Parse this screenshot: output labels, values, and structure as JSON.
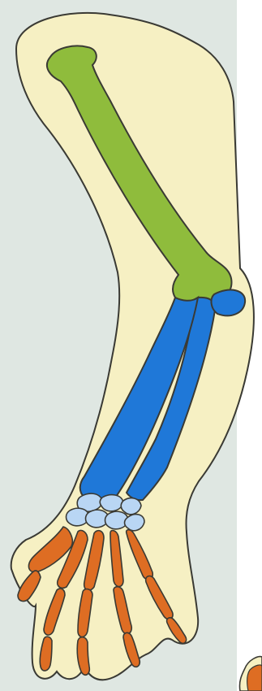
{
  "diagram": {
    "subject": "arm-skeleton",
    "parts": [
      {
        "id": "arm-outline",
        "color": "#f6f0c3"
      },
      {
        "id": "humerus",
        "color": "#8fbc3c"
      },
      {
        "id": "radius",
        "color": "#1f78d8"
      },
      {
        "id": "ulna",
        "color": "#1f78d8"
      },
      {
        "id": "carpals",
        "color": "#b9d6f4"
      },
      {
        "id": "metacarpals-phalanges",
        "color": "#de6d23"
      }
    ],
    "background": {
      "left_panel": "#dfe7e2",
      "right_panel": "#ffffff"
    }
  }
}
